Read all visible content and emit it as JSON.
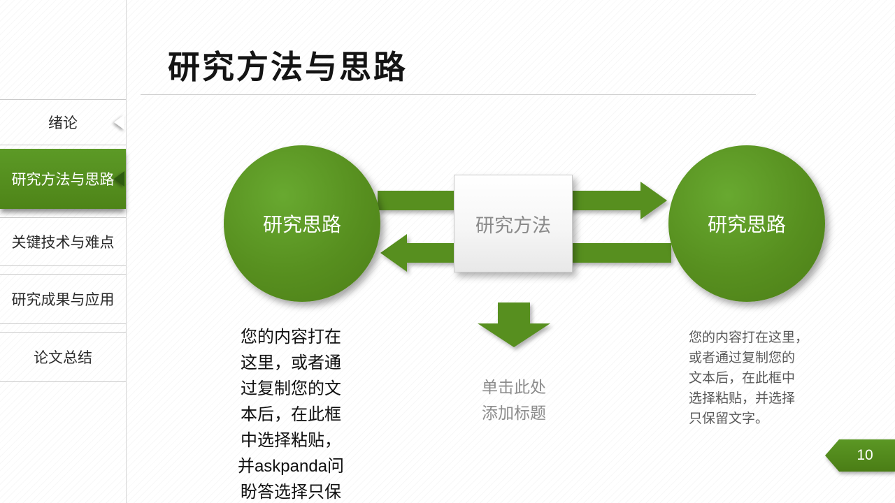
{
  "slide": {
    "title": "研究方法与思路",
    "page_number": "10"
  },
  "sidebar": {
    "items": [
      {
        "label": "绪论",
        "active": false
      },
      {
        "label": "研究方法与思路",
        "active": true
      },
      {
        "label": "关键技术与难点",
        "active": false
      },
      {
        "label": "研究成果与应用",
        "active": false
      },
      {
        "label": "论文总结",
        "active": false
      }
    ]
  },
  "diagram": {
    "left_circle_label": "研究思路",
    "center_box_label": "研究方法",
    "right_circle_label": "研究思路",
    "down_arrow_caption": "单击此处\n添加标题"
  },
  "placeholders": {
    "left_text": "您的内容打在\n这里，或者通\n过复制您的文\n本后，在此框\n中选择粘贴，\n并askpanda问\n盼答选择只保",
    "right_text": "您的内容打在这里，\n或者通过复制您的\n文本后，在此框中\n选择粘贴，并选择\n只保留文字。"
  },
  "colors": {
    "accent_green": "#578f1f",
    "accent_green_dark": "#2e5c10",
    "muted_text_gray": "#8c8c8c"
  }
}
